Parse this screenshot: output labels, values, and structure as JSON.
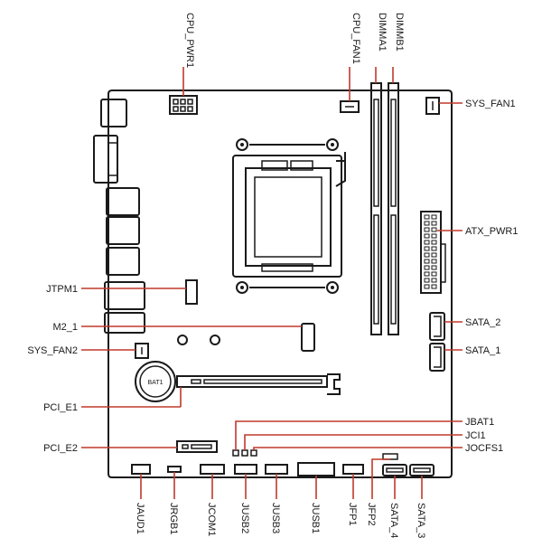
{
  "colors": {
    "outline": "#1a1a1a",
    "callout": "#c0392b",
    "board_fill": "#ffffff"
  },
  "top_labels": {
    "cpu_pwr1": "CPU_PWR1",
    "cpu_fan1": "CPU_FAN1",
    "dimma1": "DIMMA1",
    "dimmb1": "DIMMB1"
  },
  "left_labels": {
    "jtpm1": "JTPM1",
    "m2_1": "M2_1",
    "sys_fan2": "SYS_FAN2",
    "pci_e1": "PCI_E1",
    "pci_e2": "PCI_E2"
  },
  "right_labels": {
    "sys_fan1": "SYS_FAN1",
    "atx_pwr1": "ATX_PWR1",
    "sata_2": "SATA_2",
    "sata_1": "SATA_1",
    "jbat1": "JBAT1",
    "jci1": "JCI1",
    "jocfs1": "JOCFS1"
  },
  "bottom_labels": {
    "jaud1": "JAUD1",
    "jrgb1": "JRGB1",
    "jcom1": "JCOM1",
    "jusb2": "JUSB2",
    "jusb3": "JUSB3",
    "jusb1": "JUSB1",
    "jfp1": "JFP1",
    "jfp2": "JFP2",
    "sata_4": "SATA_4",
    "sata_3": "SATA_3"
  },
  "battery_label": "BAT1"
}
